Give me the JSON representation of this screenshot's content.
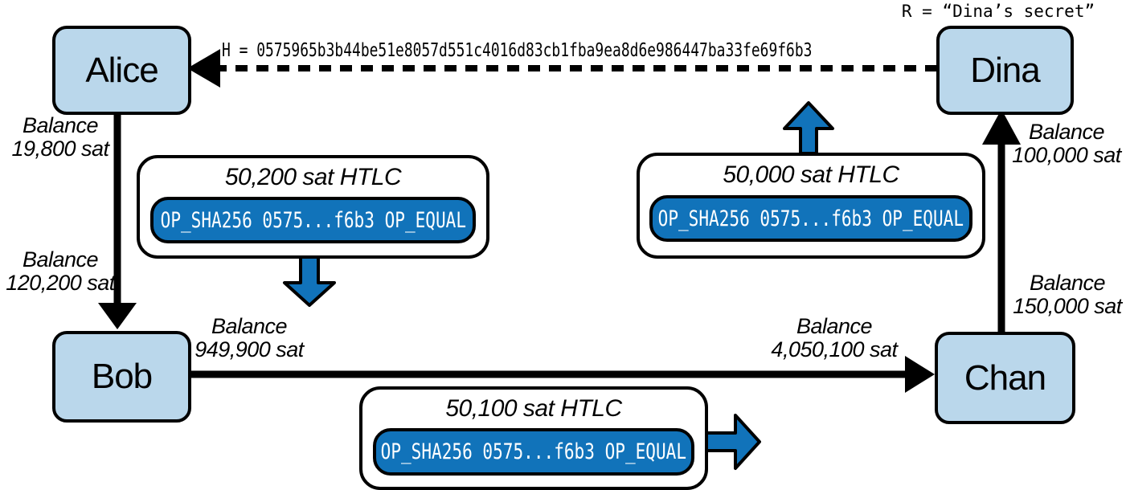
{
  "labels": {
    "secret": "R = “Dina’s secret”",
    "hash": "H = 0575965b3b44be51e8057d551c4016d83cb1fba9ea8d6e986447ba33fe69f6b3"
  },
  "nodes": {
    "alice": "Alice",
    "bob": "Bob",
    "chan": "Chan",
    "dina": "Dina"
  },
  "channels": {
    "alice_bob": {
      "top": {
        "label": "Balance",
        "value": "19,800 sat"
      },
      "bottom": {
        "label": "Balance",
        "value": "120,200 sat"
      }
    },
    "bob_chan": {
      "left": {
        "label": "Balance",
        "value": "949,900 sat"
      },
      "right": {
        "label": "Balance",
        "value": "4,050,100 sat"
      }
    },
    "chan_dina": {
      "top": {
        "label": "Balance",
        "value": "100,000 sat"
      },
      "bottom": {
        "label": "Balance",
        "value": "150,000 sat"
      }
    }
  },
  "htlcs": [
    {
      "title": "50,200 sat HTLC",
      "script": "OP_SHA256 0575...f6b3 OP_EQUAL"
    },
    {
      "title": "50,000 sat HTLC",
      "script": "OP_SHA256 0575...f6b3 OP_EQUAL"
    },
    {
      "title": "50,100 sat HTLC",
      "script": "OP_SHA256 0575...f6b3 OP_EQUAL"
    }
  ],
  "colors": {
    "node-fill": "#BAD7EB",
    "accent-blue": "#1173BA",
    "line": "#000000",
    "background": "#FFFFFF"
  }
}
